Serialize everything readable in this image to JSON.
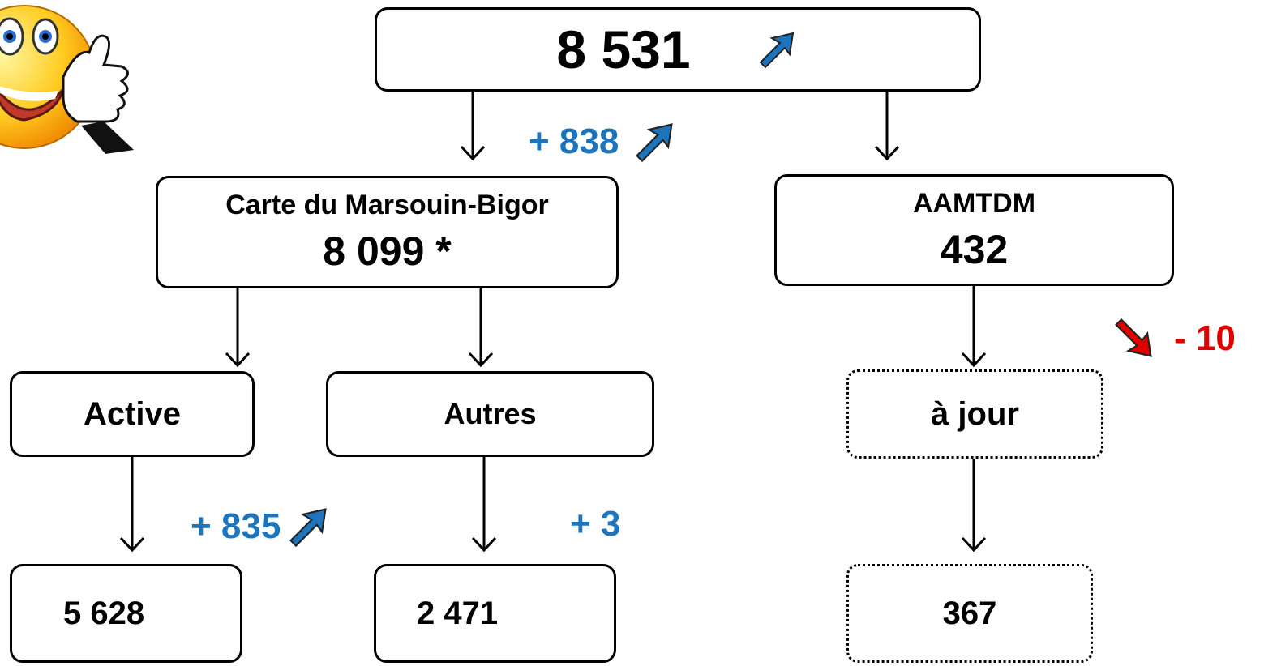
{
  "root": {
    "value": "8 531"
  },
  "carte": {
    "label": "Carte du Marsouin-Bigor",
    "value": "8 099 *"
  },
  "aamtdm": {
    "label": "AAMTDM",
    "value": "432"
  },
  "active": {
    "label": "Active",
    "value": "5 628"
  },
  "autres": {
    "label": "Autres",
    "value": "2 471"
  },
  "a_jour": {
    "label": "à jour",
    "value": "367"
  },
  "deltas": {
    "carte": "+ 838",
    "active": "+ 835",
    "autres": "+ 3",
    "a_jour": "- 10"
  },
  "colors": {
    "increase": "#1c75bc",
    "decrease": "#e00000"
  },
  "icons": {
    "trend_up": "arrow-up-right-icon",
    "trend_down": "arrow-down-right-icon",
    "mascot": "smiley-thumbs-up-icon"
  }
}
